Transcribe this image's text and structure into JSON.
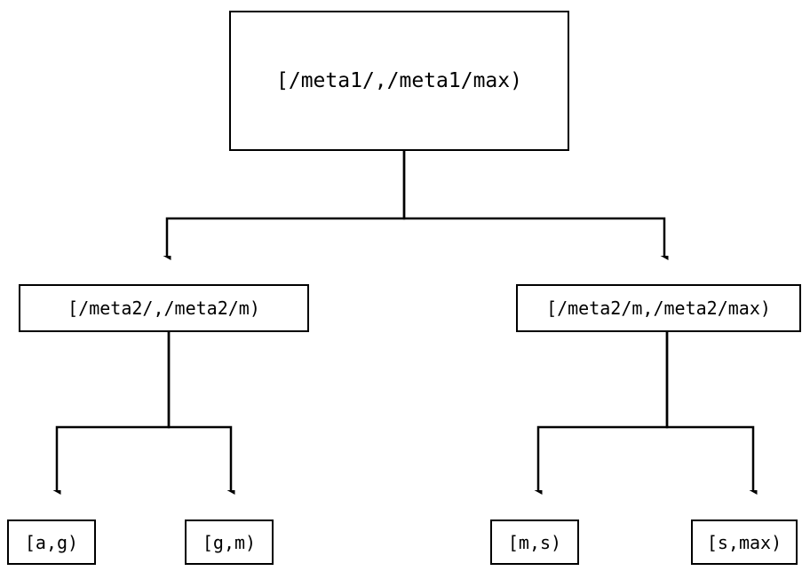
{
  "diagram": {
    "type": "tree",
    "orientation": "top-down",
    "edge_style": "orthogonal",
    "arrowhead": "filled-triangle",
    "colors": {
      "background": "#ffffff",
      "stroke": "#000000",
      "text": "#000000",
      "node_fill": "#ffffff"
    },
    "nodes": {
      "root": {
        "label": "[/meta1/,/meta1/max)",
        "level": 0
      },
      "mid_left": {
        "label": "[/meta2/,/meta2/m)",
        "level": 1
      },
      "mid_right": {
        "label": "[/meta2/m,/meta2/max)",
        "level": 1
      },
      "leaf_ag": {
        "label": "[a,g)",
        "level": 2
      },
      "leaf_gm": {
        "label": "[g,m)",
        "level": 2
      },
      "leaf_ms": {
        "label": "[m,s)",
        "level": 2
      },
      "leaf_smax": {
        "label": "[s,max)",
        "level": 2
      }
    },
    "edges": [
      {
        "from": "root",
        "to": "mid_left"
      },
      {
        "from": "root",
        "to": "mid_right"
      },
      {
        "from": "mid_left",
        "to": "leaf_ag"
      },
      {
        "from": "mid_left",
        "to": "leaf_gm"
      },
      {
        "from": "mid_right",
        "to": "leaf_ms"
      },
      {
        "from": "mid_right",
        "to": "leaf_smax"
      }
    ]
  }
}
